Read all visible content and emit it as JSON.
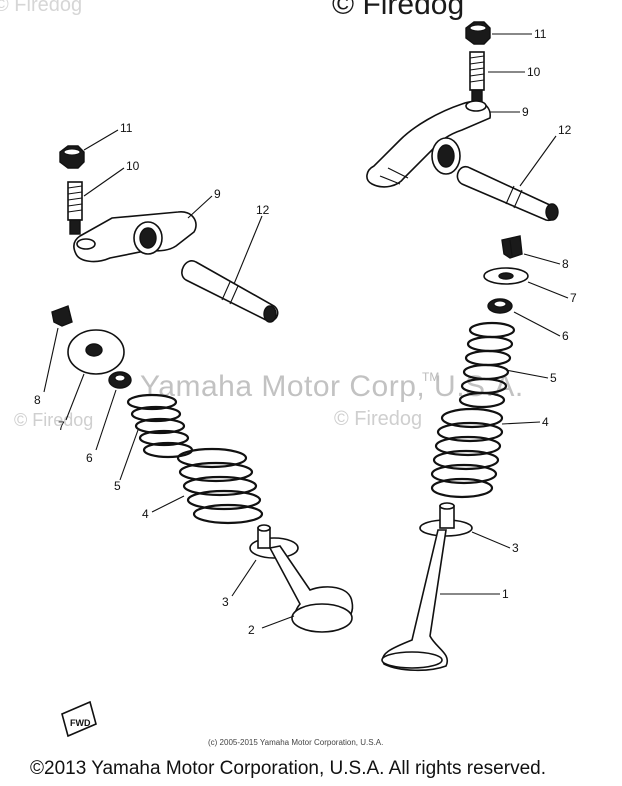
{
  "watermark": {
    "top_left": "© Firedog",
    "top_right": "© Firedog",
    "mid_left": "© Firedog",
    "mid_right": "© Firedog",
    "corp": "Yamaha Motor Corp, U.S.A.",
    "tm": "TM"
  },
  "callouts": {
    "left": [
      "11",
      "10",
      "9",
      "12",
      "8",
      "7",
      "6",
      "5",
      "4",
      "3",
      "2"
    ],
    "right": [
      "11",
      "10",
      "9",
      "12",
      "8",
      "7",
      "6",
      "5",
      "4",
      "3",
      "1"
    ]
  },
  "fwd_label": "FWD",
  "copyright_small": "(c) 2005-2015 Yamaha Motor Corporation, U.S.A.",
  "copyright_main": "©2013 Yamaha Motor Corporation, U.S.A. All rights reserved."
}
